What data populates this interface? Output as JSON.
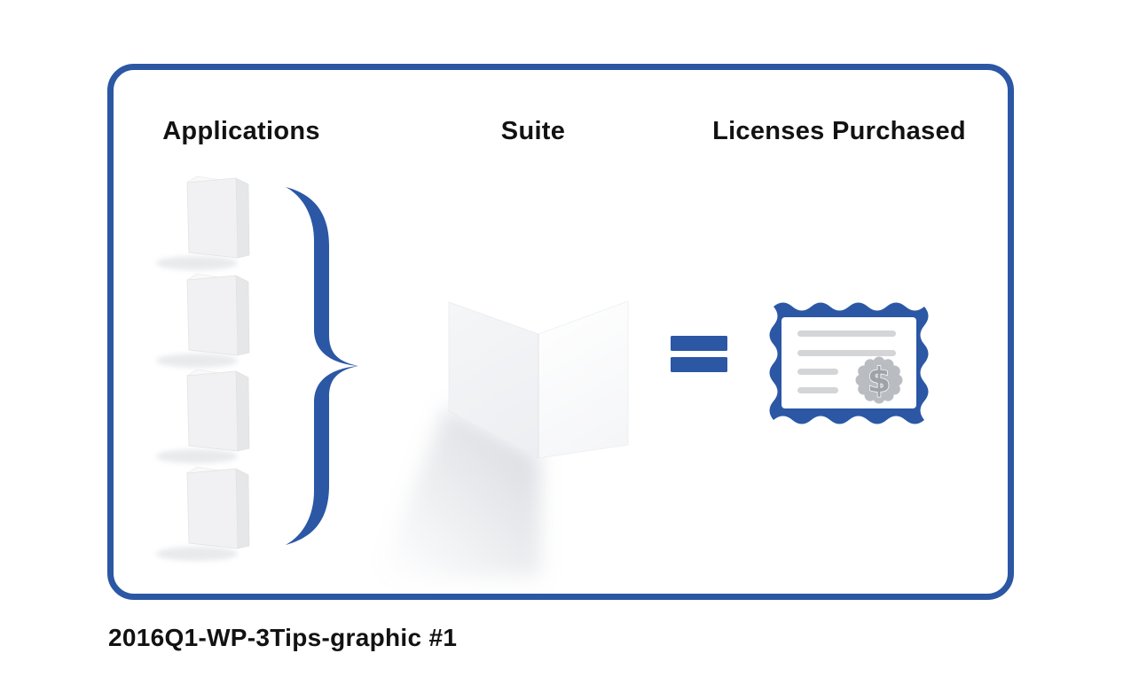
{
  "columns": [
    {
      "label": "Applications"
    },
    {
      "label": "Suite"
    },
    {
      "label": "Licenses Purchased"
    }
  ],
  "caption": "2016Q1-WP-3Tips-graphic #1",
  "applications": {
    "box_count": 4
  },
  "relationship": {
    "operator": "="
  },
  "certificate": {
    "seal_symbol": "$"
  },
  "colors": {
    "accent_blue": "#2B57A5",
    "certificate_line_gray": "#D4D5D7",
    "seal_gray": "#B9BCC0"
  }
}
